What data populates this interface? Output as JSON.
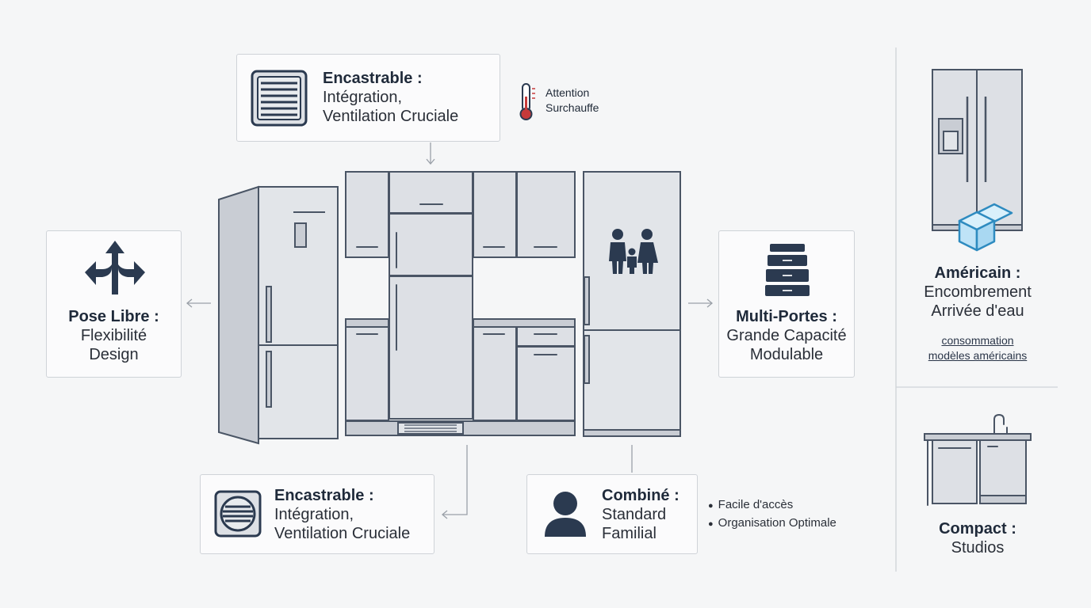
{
  "top_box": {
    "title": "Encastrable :",
    "line1": "Intégration,",
    "line2": "Ventilation Cruciale"
  },
  "warning": {
    "line1": "Attention",
    "line2": "Surchauffe"
  },
  "left_box": {
    "title": "Pose Libre :",
    "line1": "Flexibilité",
    "line2": "Design"
  },
  "right_box": {
    "title": "Multi-Portes :",
    "line1": "Grande Capacité",
    "line2": "Modulable"
  },
  "bottom_left_box": {
    "title": "Encastrable :",
    "line1": "Intégration,",
    "line2": "Ventilation Cruciale"
  },
  "bottom_center_box": {
    "title": "Combiné :",
    "line1": "Standard",
    "line2": "Familial"
  },
  "bullets": [
    "Facile d'accès",
    "Organisation Optimale"
  ],
  "american": {
    "title": "Américain :",
    "line1": "Encombrement",
    "line2": "Arrivée d'eau",
    "link1": "consommation",
    "link2": "modèles américains"
  },
  "compact": {
    "title": "Compact :",
    "line1": "Studios"
  },
  "colors": {
    "navy": "#2b3a50",
    "steel": "#dde0e5",
    "outline": "#4a5565",
    "red": "#c63a3a",
    "ice": "#bfe3f7"
  }
}
